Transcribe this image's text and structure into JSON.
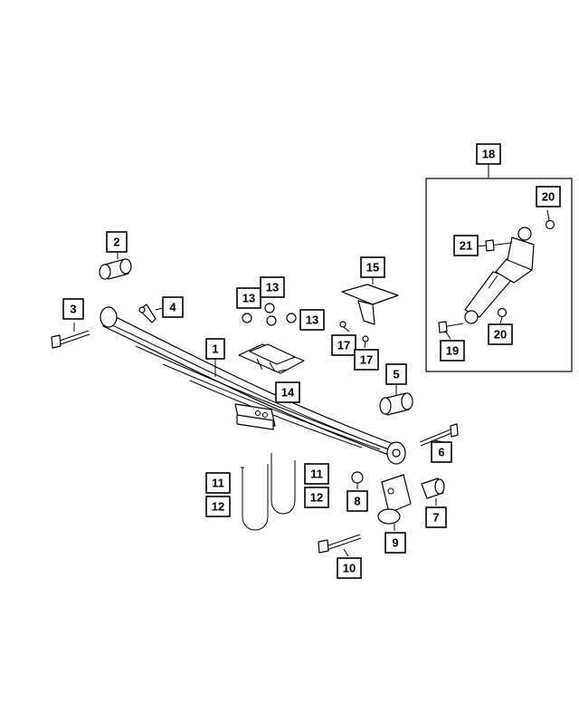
{
  "diagram": {
    "callouts": {
      "c1": "1",
      "c2": "2",
      "c3": "3",
      "c4": "4",
      "c5": "5",
      "c6": "6",
      "c7": "7",
      "c8": "8",
      "c9": "9",
      "c10": "10",
      "c11a": "11",
      "c11b": "11",
      "c12a": "12",
      "c12b": "12",
      "c13a": "13",
      "c13b": "13",
      "c13c": "13",
      "c14": "14",
      "c15": "15",
      "c17a": "17",
      "c17b": "17",
      "c18": "18",
      "c19": "19",
      "c20a": "20",
      "c20b": "20",
      "c21": "21"
    }
  }
}
